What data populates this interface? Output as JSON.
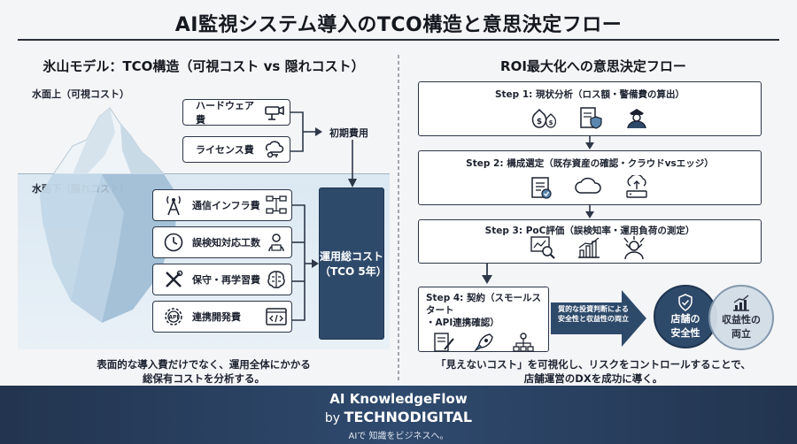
{
  "title": "AI監視システム導入のTCO構造と意思決定フロー",
  "left": {
    "heading": "氷山モデル：TCO構造（可視コスト vs 隠れコスト）",
    "above_label": "水面上（可視コスト）",
    "below_label": "水面下（隠れコスト）",
    "visible_costs": [
      {
        "label": "ハードウェア費",
        "icon": "security-camera-icon"
      },
      {
        "label": "ライセンス費",
        "icon": "cloud-key-icon"
      }
    ],
    "initial_cost_label": "初期費用",
    "hidden_costs": [
      {
        "label": "通信インフラ費",
        "icon": "antenna-network-icon"
      },
      {
        "label": "誤検知対応工数",
        "icon": "clock-operator-icon"
      },
      {
        "label": "保守・再学習費",
        "icon": "tools-brain-icon"
      },
      {
        "label": "連携開発費",
        "icon": "api-code-icon"
      }
    ],
    "tco_line1": "運用総コスト",
    "tco_line2": "（TCO 5年）",
    "note_line1": "表面的な導入費だけでなく、運用全体にかかる",
    "note_line2": "総保有コストを分析する。"
  },
  "right": {
    "heading": "ROI最大化への意思決定フロー",
    "steps": [
      {
        "title": "Step 1: 現状分析（ロス額・警備費の算出）",
        "icons": [
          "money-bags-icon",
          "shield-document-icon",
          "security-guard-icon"
        ]
      },
      {
        "title": "Step 2: 構成選定（既存資産の確認・クラウドvsエッジ）",
        "icons": [
          "checklist-icon",
          "cloud-icon",
          "cloud-upload-device-icon"
        ]
      },
      {
        "title": "Step 3: PoC評価（誤検知率・運用負荷の測定）",
        "icons": [
          "chart-search-icon",
          "bar-chart-icon",
          "stressed-person-icon"
        ]
      },
      {
        "title_line1": "Step 4: 契約（スモールスタート",
        "title_line2": "・API連携確認）",
        "icons": [
          "contract-icon",
          "rocket-icon",
          "network-icon"
        ]
      }
    ],
    "arrow_text_line1": "質的な投資判断による",
    "arrow_text_line2": "安全性と収益性の両立",
    "goal1_line1": "店舗の",
    "goal1_line2": "安全性",
    "goal2_line1": "収益性の",
    "goal2_line2": "両立",
    "note_line1": "「見えないコスト」を可視化し、リスクをコントロールすることで、",
    "note_line2": "店舗運営のDXを成功に導く。"
  },
  "footer": {
    "line1": "AI KnowledgeFlow",
    "line2_prefix": "by ",
    "line2_brand": "TECHNODIGITAL",
    "line3": "AIで 知識をビジネスへ。"
  },
  "colors": {
    "navy": "#2e4a6b",
    "water": "#dbe8f2",
    "footer": "#22344f"
  }
}
